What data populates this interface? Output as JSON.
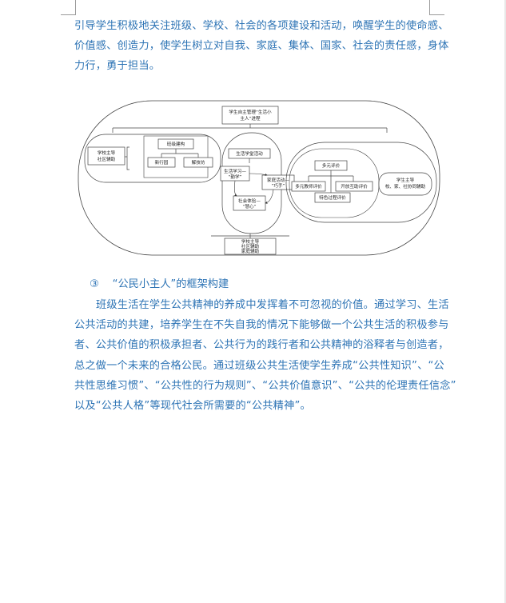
{
  "para1": {
    "lines": [
      "引导学生积极地关注班级、学校、社会的各项建设和活动，唤醒学生的使命感、",
      "价值感、创造力，使学生树立对自我、家庭、集体、国家、社会的责任感，身体",
      "力行，勇于担当。"
    ]
  },
  "diagram": {
    "top_box": [
      "学生自主管理“生活小",
      "主人”进程"
    ],
    "left_outer": [
      "学校主导",
      "社区辅助"
    ],
    "org": "班级建构",
    "org_a": "新行园",
    "org_b": "解技坊",
    "center_title": "生活学堂活动",
    "c1": [
      "生活学习—",
      "“勤学”"
    ],
    "c2": [
      "家庭活动—",
      "“巧手”"
    ],
    "c3": [
      "社会体验—",
      "“慧心”"
    ],
    "eval_title": "多元评价",
    "eval_a": "多元教师评价",
    "eval_b": "开放互助评价",
    "eval_c": "特色过程评价",
    "right_box": [
      "学生主导",
      "校、家、社协同辅助"
    ],
    "bottom_box": [
      "学校主导",
      "社区辅助",
      "家庭辅助"
    ]
  },
  "heading": {
    "num": "③",
    "text": "“公民小主人”的框架构建"
  },
  "para2": {
    "lines": [
      "班级生活在学生公共精神的养成中发挥着不可忽视的价值。通过学习、生活",
      "公共活动的共建，培养学生在不失自我的情况下能够做一个公共生活的积极参与",
      "者、公共价值的积极承担者、公共行为的践行者和公共精神的浴释者与创造者，",
      "总之做一个未来的合格公民。通过班级公共生活使学生养成“公共性知识”、“公",
      "共性思维习惯”、“公共性的行为规则”、“公共价值意识”、“公共的伦理责任信念”",
      "以及“公共人格”等现代社会所需要的“公共精神”。"
    ]
  }
}
